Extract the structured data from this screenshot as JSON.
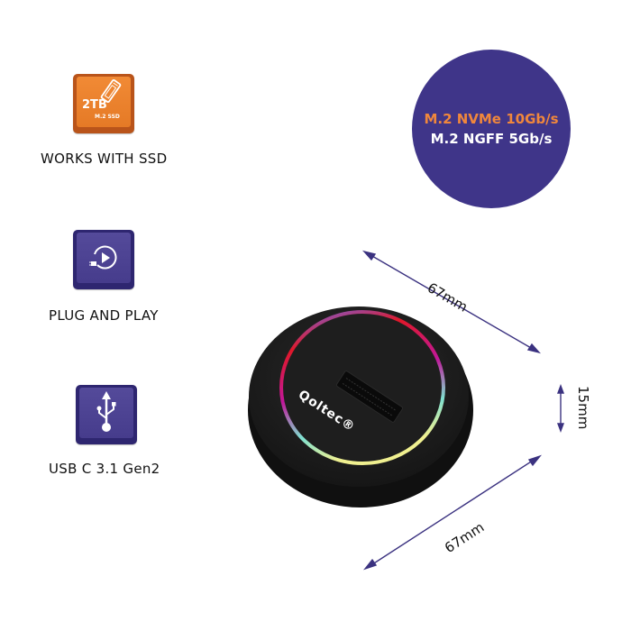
{
  "features": [
    {
      "icon": "ssd-card-icon",
      "badge_text": "2TB",
      "badge_subtext": "M.2 SSD",
      "label": "WORKS WITH SSD",
      "color": "#f08430"
    },
    {
      "icon": "plug-and-play-icon",
      "label": "PLUG AND PLAY",
      "color": "#4a3f8f"
    },
    {
      "icon": "usb-icon",
      "label": "USB C 3.1 Gen2",
      "color": "#4a3f8f"
    }
  ],
  "specs": {
    "nvme": "M.2 NVMe 10Gb/s",
    "ngff": "M.2 NGFF 5Gb/s",
    "circle_color": "#3f3589",
    "nvme_color": "#f0873c"
  },
  "product": {
    "brand": "Qoltec",
    "registered": "®"
  },
  "dimensions": {
    "width": "67mm",
    "depth": "67mm",
    "height": "15mm",
    "arrow_color": "#3b3280"
  }
}
